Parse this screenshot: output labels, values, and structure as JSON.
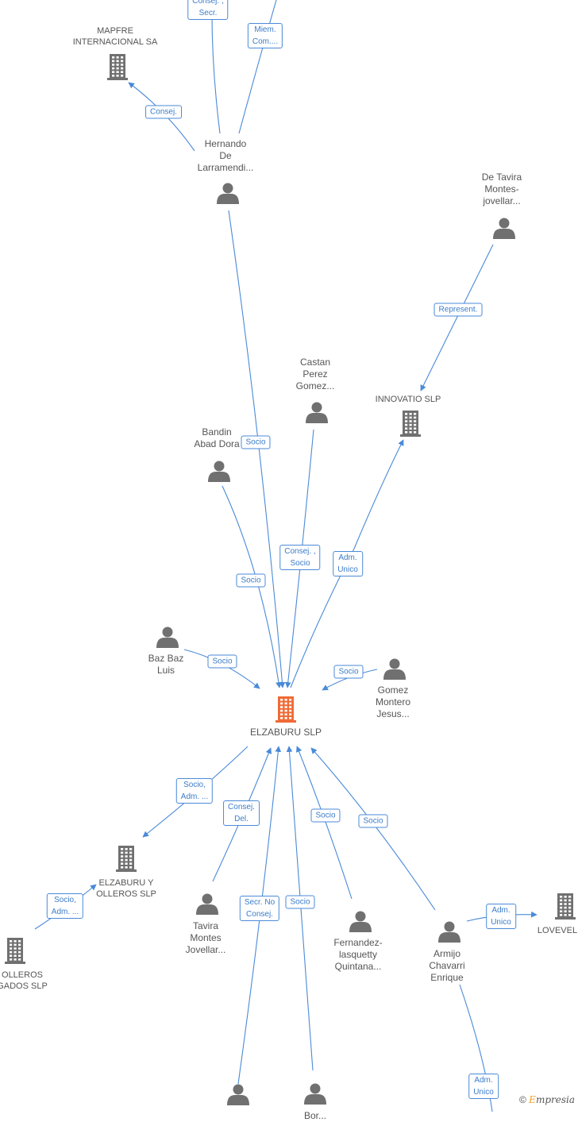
{
  "center": {
    "label": "ELZABURU SLP"
  },
  "persons": [
    {
      "id": "p1",
      "lines": [
        "Hernando",
        "De",
        "Larramendi..."
      ]
    },
    {
      "id": "p2",
      "lines": [
        "De Tavira",
        "Montes-",
        "jovellar..."
      ]
    },
    {
      "id": "p3",
      "lines": [
        "Castan",
        "Perez",
        "Gomez..."
      ]
    },
    {
      "id": "p4",
      "lines": [
        "Bandin",
        "Abad Dora"
      ]
    },
    {
      "id": "p5",
      "lines": [
        "Baz Baz",
        "Luis"
      ]
    },
    {
      "id": "p6",
      "lines": [
        "Gomez",
        "Montero",
        "Jesus..."
      ]
    },
    {
      "id": "p7",
      "lines": [
        "Tavira",
        "Montes",
        "Jovellar..."
      ]
    },
    {
      "id": "p8",
      "lines": [
        "Fernandez-",
        "lasquetty",
        "Quintana..."
      ]
    },
    {
      "id": "p9",
      "lines": [
        "Armijo",
        "Chavarri",
        "Enrique"
      ]
    },
    {
      "id": "p10",
      "lines": []
    },
    {
      "id": "p11",
      "lines": [
        "Bor..."
      ]
    }
  ],
  "companies": [
    {
      "id": "c1",
      "lines": [
        "MAPFRE",
        "INTERNACIONAL SA"
      ]
    },
    {
      "id": "c2",
      "lines": [
        "INNOVATIO  SLP"
      ]
    },
    {
      "id": "c3",
      "lines": [
        "ELZABURU Y",
        "OLLEROS SLP"
      ]
    },
    {
      "id": "c4",
      "lines": [
        "OLLEROS",
        "GADOS  SLP"
      ]
    },
    {
      "id": "c5",
      "lines": [
        "LOVEVEL"
      ]
    }
  ],
  "tags": [
    {
      "id": "t1",
      "lines": [
        "Consej. ,",
        "Secr."
      ]
    },
    {
      "id": "t2",
      "lines": [
        "Miem.",
        "Com...."
      ]
    },
    {
      "id": "t3",
      "lines": [
        "Consej."
      ]
    },
    {
      "id": "t4",
      "lines": [
        "Represent."
      ]
    },
    {
      "id": "t5",
      "lines": [
        "Socio"
      ]
    },
    {
      "id": "t6",
      "lines": [
        "Socio"
      ]
    },
    {
      "id": "t7",
      "lines": [
        "Consej. ,",
        "Socio"
      ]
    },
    {
      "id": "t8",
      "lines": [
        "Adm.",
        "Unico"
      ]
    },
    {
      "id": "t9",
      "lines": [
        "Socio"
      ]
    },
    {
      "id": "t10",
      "lines": [
        "Socio"
      ]
    },
    {
      "id": "t11",
      "lines": [
        "Socio,",
        "Adm. ..."
      ]
    },
    {
      "id": "t12",
      "lines": [
        "Consej.",
        "Del."
      ]
    },
    {
      "id": "t13",
      "lines": [
        "Socio"
      ]
    },
    {
      "id": "t14",
      "lines": [
        "Socio"
      ]
    },
    {
      "id": "t15",
      "lines": [
        "Socio,",
        "Adm. ..."
      ]
    },
    {
      "id": "t16",
      "lines": [
        "Secr.  No",
        "Consej."
      ]
    },
    {
      "id": "t17",
      "lines": [
        "Socio"
      ]
    },
    {
      "id": "t18",
      "lines": [
        "Adm.",
        "Unico"
      ]
    },
    {
      "id": "t19",
      "lines": [
        "Adm.",
        "Unico"
      ]
    }
  ],
  "colors": {
    "edge": "#4a8ad8",
    "person": "#707070",
    "company": "#707070",
    "center": "#f06a35",
    "tag_text": "#3b7cc9"
  },
  "brand": {
    "copyright": "©",
    "name_first": "E",
    "name_rest": "mpresia"
  }
}
